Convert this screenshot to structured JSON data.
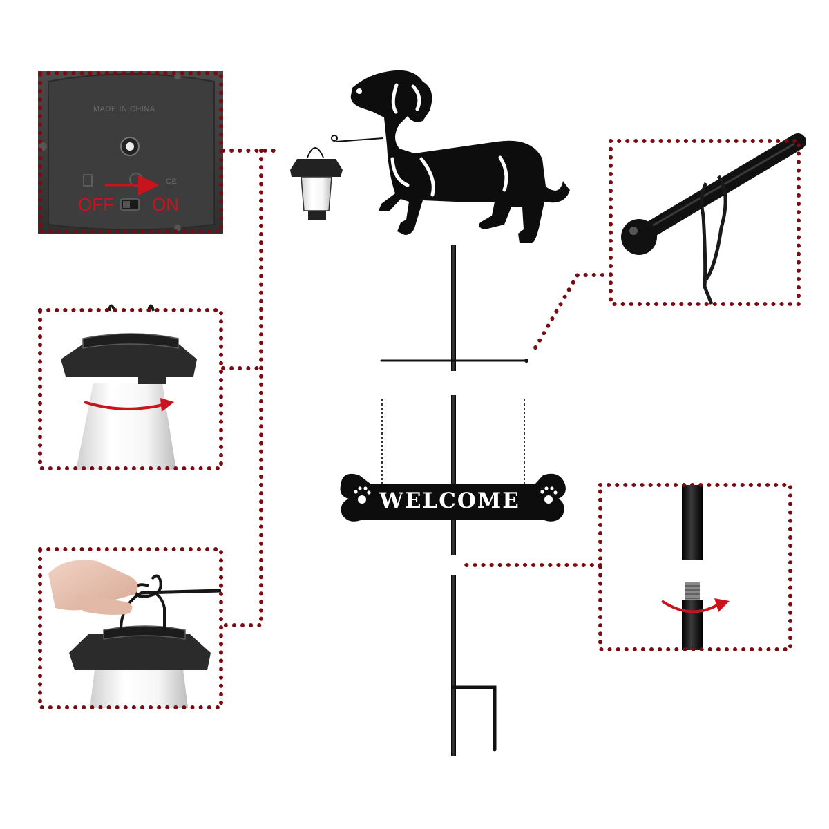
{
  "switch_panel": {
    "made_in_text": "MADE IN CHINA",
    "off_label": "OFF",
    "on_label": "ON",
    "ce_mark": "CE"
  },
  "sign": {
    "text": "WELCOME"
  },
  "colors": {
    "frame_dots": "#7a0b12",
    "arrow_red": "#c8141c",
    "metal_black": "#0d0d0d"
  },
  "icons": [
    "paw-icon",
    "arrow-icon",
    "rotate-arrow-icon"
  ]
}
